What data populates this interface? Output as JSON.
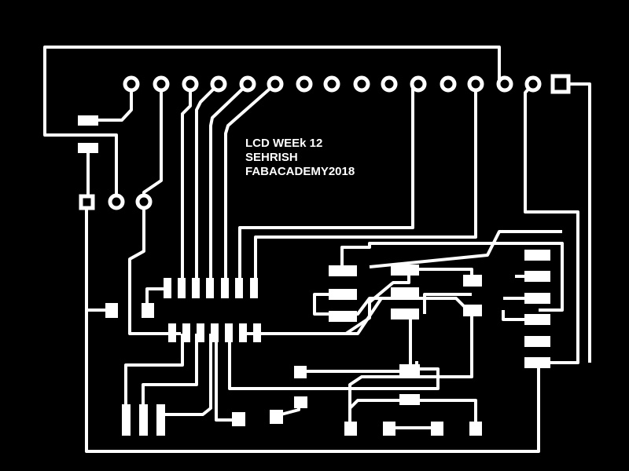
{
  "board": {
    "title_lines": [
      "LCD WEEk 12",
      "SEHRISH",
      "FABACADEMY2018"
    ],
    "colors": {
      "background": "#000000",
      "copper": "#ffffff"
    }
  }
}
